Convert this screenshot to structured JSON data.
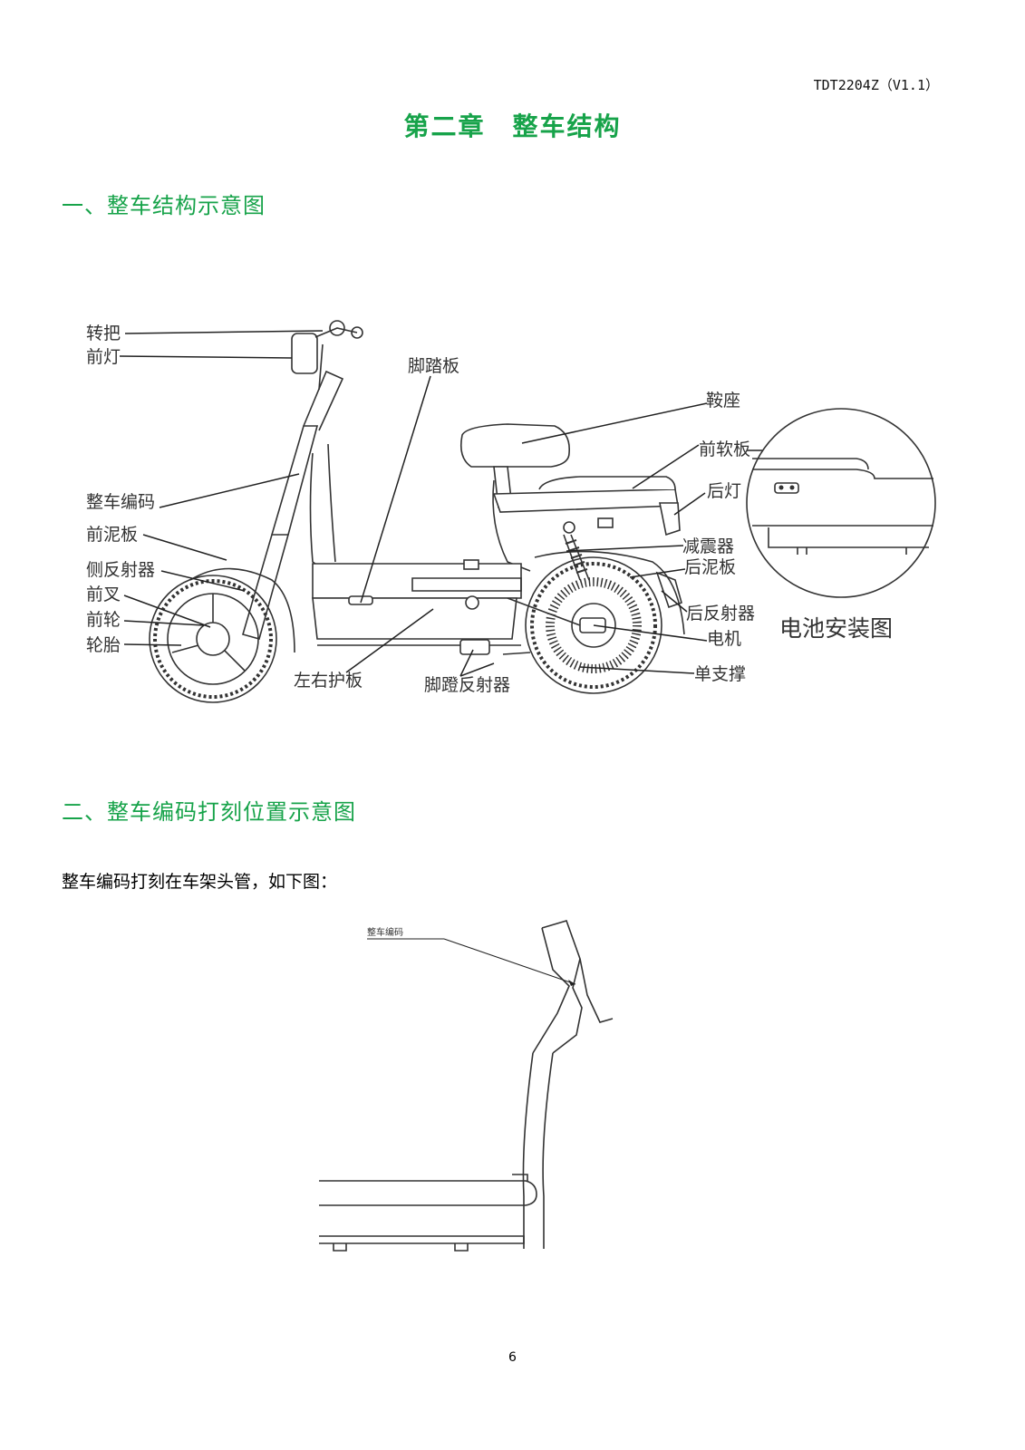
{
  "header": {
    "doc_code": "TDT2204Z（V1.1）"
  },
  "chapter_title": "第二章　整车结构",
  "sections": [
    {
      "title": "一、整车结构示意图"
    },
    {
      "title": "二、整车编码打刻位置示意图"
    }
  ],
  "diagram1": {
    "labels": {
      "handlebar": "转把",
      "headlight": "前灯",
      "footboard": "脚踏板",
      "saddle": "鞍座",
      "front_soft_panel": "前软板",
      "taillight": "后灯",
      "vin": "整车编码",
      "front_fender": "前泥板",
      "side_reflector": "侧反射器",
      "front_fork": "前叉",
      "front_wheel": "前轮",
      "tire": "轮胎",
      "shock_absorber": "减震器",
      "rear_fender": "后泥板",
      "rear_reflector": "后反射器",
      "motor": "电机",
      "single_stand": "单支撑",
      "side_guard": "左右护板",
      "pedal_reflector": "脚蹬反射器"
    },
    "inset_caption": "电池安装图"
  },
  "body_text": "整车编码打刻在车架头管，如下图：",
  "diagram2": {
    "label": "整车编码"
  },
  "page_number": "6",
  "colors": {
    "heading_green": "#17a34a"
  }
}
